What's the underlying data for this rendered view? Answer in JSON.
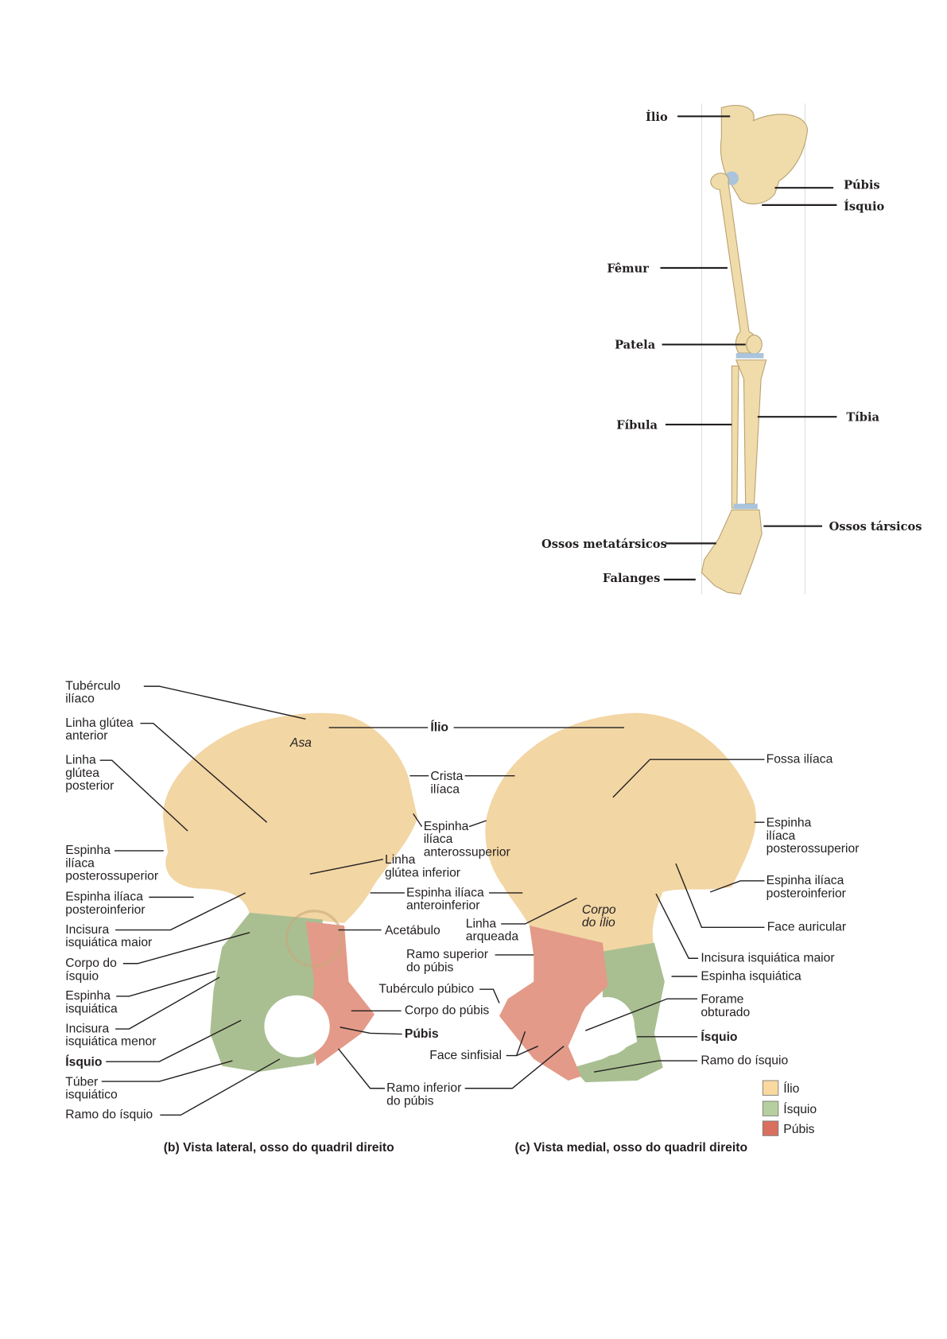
{
  "leg": {
    "ilio": "Ílio",
    "pubis": "Púbis",
    "isquio": "Ísquio",
    "femur": "Fêmur",
    "patela": "Patela",
    "fibula": "Fíbula",
    "tibia": "Tíbia",
    "tarsicos": "Ossos társicos",
    "metatarsicos": "Ossos metatársicos",
    "falanges": "Falanges"
  },
  "lateral": {
    "tuberculo_iliaco": [
      "Tubérculo",
      "ilíaco"
    ],
    "linha_glutea_anterior": [
      "Linha glútea",
      "anterior"
    ],
    "linha_glutea_posterior": [
      "Linha",
      "glútea",
      "posterior"
    ],
    "eips": [
      "Espinha",
      "ilíaca",
      "posterossuperior"
    ],
    "eipi": [
      "Espinha ilíaca",
      "posteroinferior"
    ],
    "incisura_maior": [
      "Incisura",
      "isquiática maior"
    ],
    "corpo_isquio": [
      "Corpo do",
      "ísquio"
    ],
    "espinha_isquiatica": [
      "Espinha",
      "isquiática"
    ],
    "incisura_menor": [
      "Incisura",
      "isquiática menor"
    ],
    "isquio": "Ísquio",
    "tuber": [
      "Túber",
      "isquiático"
    ],
    "ramo_isquio": "Ramo do ísquio",
    "asa": "Asa",
    "caption": "(b) Vista lateral, osso do quadril direito"
  },
  "middle": {
    "ilio": "Ílio",
    "crista": [
      "Crista",
      "ilíaca"
    ],
    "eias": [
      "Espinha",
      "ilíaca",
      "anterossuperior"
    ],
    "linha_glutea_inferior": [
      "Linha",
      "glútea inferior"
    ],
    "eiai": [
      "Espinha ilíaca",
      "anteroinferior"
    ],
    "acetabulo": "Acetábulo",
    "linha_arqueada": [
      "Linha",
      "arqueada"
    ],
    "ramo_superior": [
      "Ramo superior",
      "do púbis"
    ],
    "tuberculo_pubico": "Tubérculo púbico",
    "corpo_pubis": "Corpo do púbis",
    "pubis": "Púbis",
    "face_sinfisial": "Face sinfisial",
    "ramo_inferior": [
      "Ramo inferior",
      "do púbis"
    ]
  },
  "medial": {
    "fossa_iliaca": "Fossa ilíaca",
    "eips": [
      "Espinha",
      "ilíaca",
      "posterossuperior"
    ],
    "eipi": [
      "Espinha ilíaca",
      "posteroinferior"
    ],
    "face_auricular": "Face auricular",
    "incisura_maior": "Incisura isquiática maior",
    "espinha_isquiatica": "Espinha isquiática",
    "forame": [
      "Forame",
      "obturado"
    ],
    "isquio": "Ísquio",
    "ramo_isquio": "Ramo do ísquio",
    "corpo_ilio": [
      "Corpo",
      "do ílio"
    ],
    "caption": "(c) Vista medial, osso do quadril direito"
  },
  "legend": [
    {
      "label": "Ílio",
      "color": "#f9d9a0"
    },
    {
      "label": "Ísquio",
      "color": "#b6cf9f"
    },
    {
      "label": "Púbis",
      "color": "#d9705f"
    }
  ],
  "colors": {
    "ilio": "#f2d6a4",
    "isquio": "#a9bf92",
    "pubis": "#e39a88"
  }
}
